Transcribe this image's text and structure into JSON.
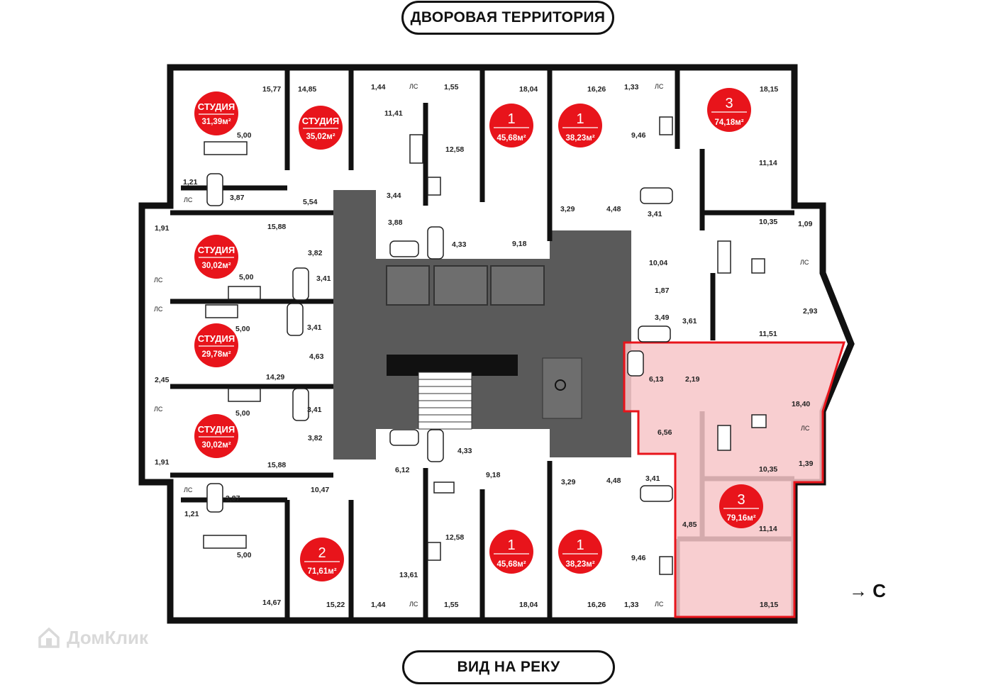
{
  "header": {
    "top_label": "ДВОРОВАЯ ТЕРРИТОРИЯ",
    "bottom_label": "ВИД НА РЕКУ"
  },
  "compass": {
    "arrow": "→",
    "letter": "С"
  },
  "watermark": {
    "text": "ДомКлик",
    "icon": "house-icon"
  },
  "colors": {
    "badge": "#e8141b",
    "wall": "#111111",
    "core": "#5a5a5a",
    "highlight_fill": "#f7c6c8",
    "highlight_stroke": "#e8141b"
  },
  "apartments": [
    {
      "id": "a1",
      "rooms": "СТУДИЯ",
      "area": "31,39м²"
    },
    {
      "id": "a2",
      "rooms": "СТУДИЯ",
      "area": "35,02м²"
    },
    {
      "id": "a3",
      "rooms": "1",
      "area": "45,68м²"
    },
    {
      "id": "a4",
      "rooms": "1",
      "area": "38,23м²"
    },
    {
      "id": "a5",
      "rooms": "3",
      "area": "74,18м²"
    },
    {
      "id": "a6",
      "rooms": "СТУДИЯ",
      "area": "30,02м²"
    },
    {
      "id": "a7",
      "rooms": "СТУДИЯ",
      "area": "29,78м²"
    },
    {
      "id": "a8",
      "rooms": "СТУДИЯ",
      "area": "30,02м²"
    },
    {
      "id": "a9",
      "rooms": "2",
      "area": "71,61м²"
    },
    {
      "id": "a10",
      "rooms": "1",
      "area": "45,68м²"
    },
    {
      "id": "a11",
      "rooms": "1",
      "area": "38,23м²"
    },
    {
      "id": "a12",
      "rooms": "3",
      "area": "79,16м²"
    }
  ],
  "room_areas": [
    "15,77",
    "14,85",
    "1,44",
    "ЛС",
    "1,55",
    "18,04",
    "16,26",
    "1,33",
    "ЛС",
    "18,15",
    "11,41",
    "12,58",
    "9,46",
    "5,00",
    "1,21",
    "3,87",
    "ЛС",
    "5,54",
    "3,44",
    "3,88",
    "4,33",
    "9,18",
    "3,29",
    "4,48",
    "3,41",
    "11,14",
    "10,35",
    "1,09",
    "ЛС",
    "1,91",
    "ЛС",
    "15,88",
    "3,82",
    "3,41",
    "5,00",
    "10,04",
    "1,87",
    "ЛС",
    "3,49",
    "3,61",
    "2,93",
    "11,51",
    "5,00",
    "3,41",
    "4,63",
    "14,29",
    "2,45",
    "6,13",
    "2,19",
    "18,40",
    "ЛС",
    "5,00",
    "3,41",
    "3,82",
    "15,88",
    "1,91",
    "6,56",
    "ЛС",
    "10,35",
    "1,39",
    "4,33",
    "6,12",
    "9,18",
    "3,29",
    "4,48",
    "3,41",
    "ЛС",
    "3,87",
    "1,21",
    "10,47",
    "4,85",
    "11,14",
    "12,58",
    "5,00",
    "9,46",
    "13,61",
    "14,67",
    "15,22",
    "1,44",
    "ЛС",
    "1,55",
    "18,04",
    "16,26",
    "1,33",
    "ЛС",
    "18,15"
  ]
}
